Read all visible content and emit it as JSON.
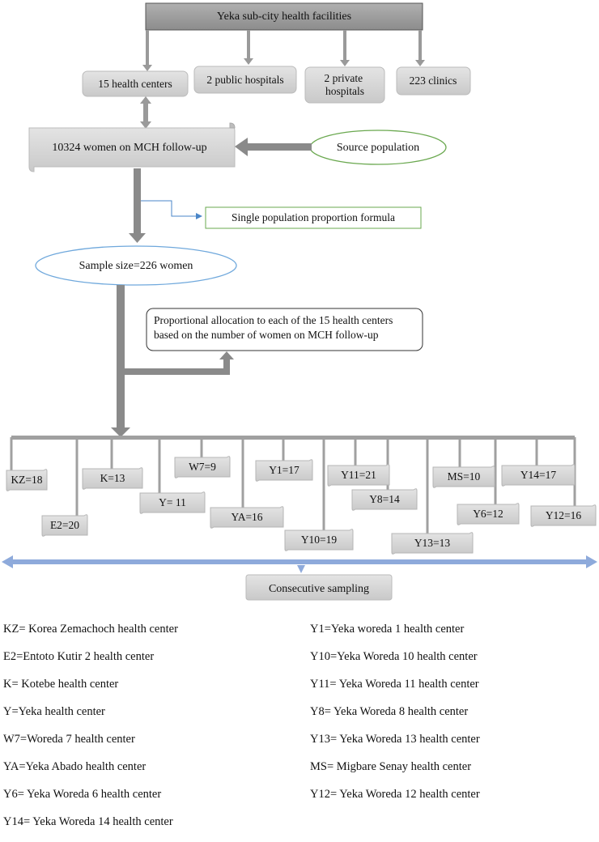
{
  "header": {
    "title": "Yeka sub-city health facilities"
  },
  "facilities": [
    "15 health centers",
    "2 public hospitals",
    "2 private hospitals",
    "223 clinics"
  ],
  "followup": {
    "label": "10324 women on MCH follow-up"
  },
  "source_population": {
    "label": "Source population"
  },
  "formula": {
    "label": "Single population proportion formula"
  },
  "sample_size": {
    "label": "Sample size=226 women"
  },
  "allocation": {
    "label": "Proportional allocation to each of the 15 health centers based on the number of women on MCH follow-up"
  },
  "centers": [
    {
      "code": "KZ",
      "label": "KZ=18"
    },
    {
      "code": "E2",
      "label": "E2=20"
    },
    {
      "code": "K",
      "label": "K=13"
    },
    {
      "code": "Y",
      "label": "Y= 11"
    },
    {
      "code": "W7",
      "label": "W7=9"
    },
    {
      "code": "YA",
      "label": "YA=16"
    },
    {
      "code": "Y1",
      "label": "Y1=17"
    },
    {
      "code": "Y10",
      "label": "Y10=19"
    },
    {
      "code": "Y11",
      "label": "Y11=21"
    },
    {
      "code": "Y8",
      "label": "Y8=14"
    },
    {
      "code": "Y13",
      "label": "Y13=13"
    },
    {
      "code": "MS",
      "label": "MS=10"
    },
    {
      "code": "Y6",
      "label": "Y6=12"
    },
    {
      "code": "Y14",
      "label": "Y14=17"
    },
    {
      "code": "Y12",
      "label": "Y12=16"
    }
  ],
  "consecutive": {
    "label": "Consecutive sampling"
  },
  "legend": {
    "left": [
      "KZ= Korea Zemachoch health center",
      "E2=Entoto Kutir 2 health center",
      "K= Kotebe health center",
      "Y=Yeka health center",
      "W7=Woreda 7 health center",
      "YA=Yeka Abado health center",
      "Y6= Yeka Woreda 6 health center",
      "Y14= Yeka Woreda 14 health center"
    ],
    "right": [
      "Y1=Yeka woreda 1 health center",
      "Y10=Yeka Woreda 10 health center",
      "Y11= Yeka Woreda 11 health center",
      "Y8= Yeka Woreda 8 health center",
      "Y13= Yeka Woreda 13 health center",
      "MS= Migbare Senay health center",
      "Y12= Yeka Woreda 12 health center"
    ]
  },
  "colors": {
    "box": "#d4d4d4",
    "box_dark": "#8a8a8a",
    "arrow": "#9a9a9a",
    "ellipse_blue": "#6fa8dc",
    "ellipse_green": "#6aa84f",
    "connector_blue": "#4a86c8",
    "band": "#8eaadb"
  }
}
